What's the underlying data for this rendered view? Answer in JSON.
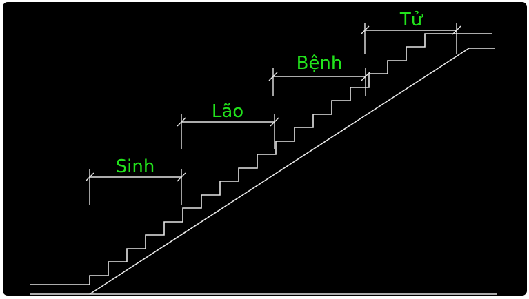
{
  "theme": {
    "background": "#000000",
    "line_color": "#e6e6e6",
    "label_color": "#22e31c",
    "frame_border": "#ffffff"
  },
  "labels": {
    "sinh": "Sinh",
    "lao": "Lão",
    "benh": "Bệnh",
    "tu": "Tử"
  }
}
